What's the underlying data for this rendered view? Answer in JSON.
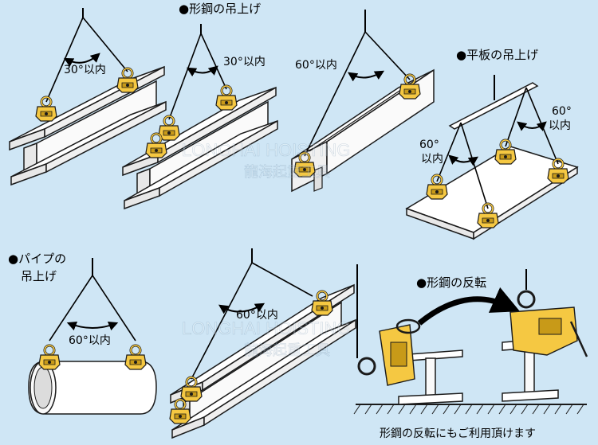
{
  "captions": {
    "shape_steel_lifting": "●形鋼の吊上げ",
    "plate_lifting": "●平板の吊上げ",
    "pipe_lifting_line1": "●パイプの",
    "pipe_lifting_line2": "吊上げ",
    "shape_steel_turning": "●形鋼の反転",
    "bottom_note": "形鋼の反転にもご利用頂けます"
  },
  "angles": {
    "a1": "30°以内",
    "a2": "30°以内",
    "a3": "60°以内",
    "plate_left_line1": "60°",
    "plate_left_line2": "以内",
    "plate_right_line1": "60°",
    "plate_right_line2": "以内",
    "pipe": "60°以内",
    "long_beam": "60°以内"
  },
  "watermark": {
    "line1": "LONGHAI HOISTING",
    "line2": "龍海起重工具"
  },
  "colors": {
    "background": "#cfe6f5",
    "clamp": "#f5c842",
    "clamp_dark": "#c89a18",
    "outline": "#1a1a1a",
    "steel": "#ffffff"
  }
}
